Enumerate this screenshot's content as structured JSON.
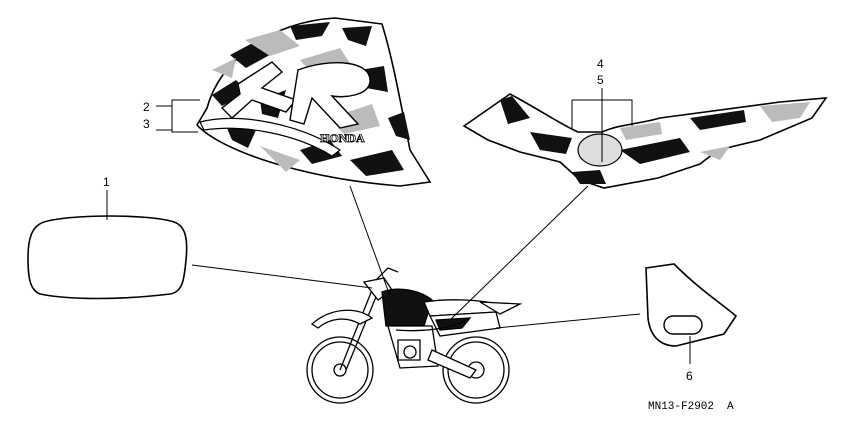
{
  "callouts": {
    "c1": "1",
    "c2": "2",
    "c3": "3",
    "c4": "4",
    "c5": "5",
    "c6": "6"
  },
  "tank_logo_text": "HONDA",
  "diagram_code": "MN13-F2902",
  "diagram_code_suffix": "A"
}
